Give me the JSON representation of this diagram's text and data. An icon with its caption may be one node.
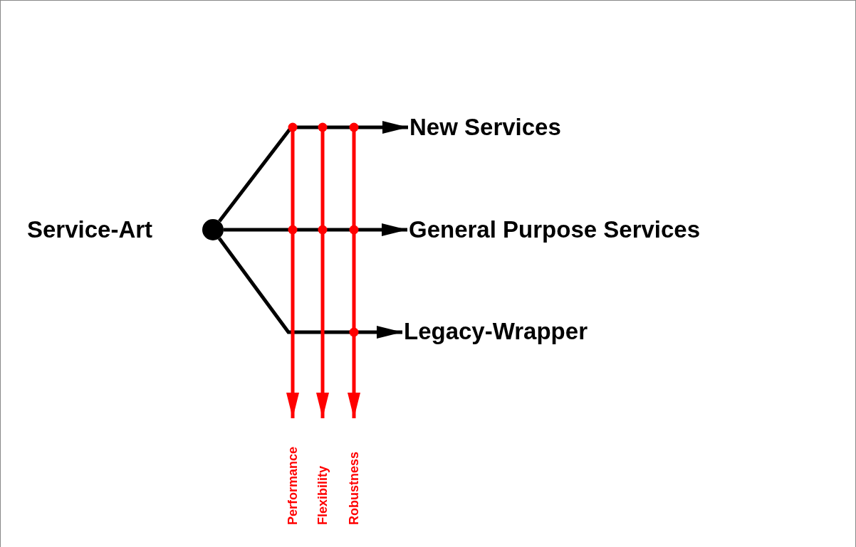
{
  "diagram": {
    "nodes": [
      {
        "text": [],
        "shape": "circle",
        "beside": [
          "Service-Art"
        ]
      },
      {
        "text": [
          "New Services"
        ]
      },
      {
        "text": [
          "General Purpose Services"
        ]
      },
      {
        "text": [
          "Legacy-Wrapper"
        ]
      },
      {
        "text": [
          "Performance"
        ]
      },
      {
        "text": [
          "Flexibility"
        ]
      },
      {
        "text": [
          "Robustness"
        ]
      }
    ],
    "edges": [
      {
        "from": 0,
        "to": 1,
        "arrow": "to"
      },
      {
        "from": 0,
        "to": 2,
        "arrow": "to"
      },
      {
        "from": 0,
        "to": 3,
        "arrow": "to"
      },
      {
        "from": null,
        "to": 4,
        "arrow": "to",
        "color": "#ff0000"
      },
      {
        "from": null,
        "to": 5,
        "arrow": "to",
        "color": "#ff0000"
      },
      {
        "from": null,
        "to": 6,
        "arrow": "to",
        "color": "#ff0000"
      }
    ]
  }
}
